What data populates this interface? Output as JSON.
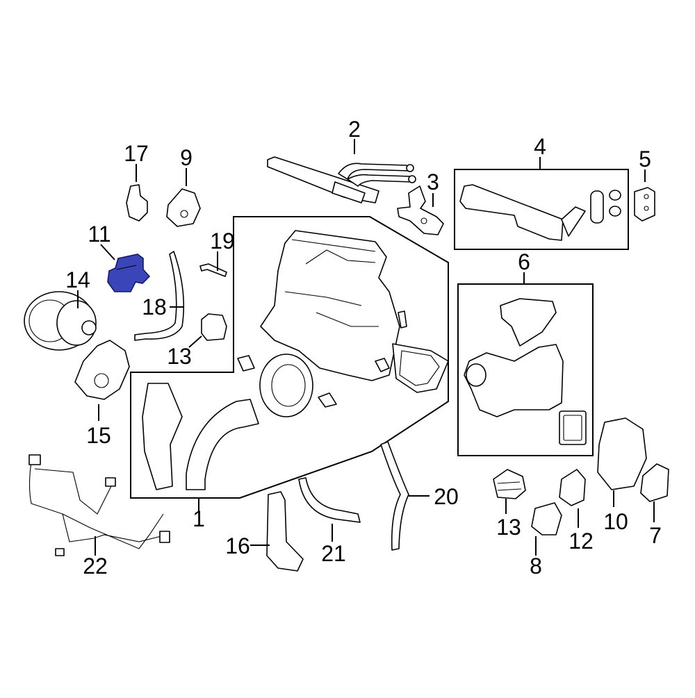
{
  "diagram": {
    "highlight_color": "#3a45b8",
    "highlighted_part": "11",
    "callouts": {
      "c1": "1",
      "c2": "2",
      "c3": "3",
      "c4": "4",
      "c5": "5",
      "c6": "6",
      "c7": "7",
      "c8": "8",
      "c9": "9",
      "c10": "10",
      "c11": "11",
      "c12": "12",
      "c13a": "13",
      "c13b": "13",
      "c14": "14",
      "c15": "15",
      "c16": "16",
      "c17": "17",
      "c18": "18",
      "c19": "19",
      "c20": "20",
      "c21": "21",
      "c22": "22"
    }
  }
}
